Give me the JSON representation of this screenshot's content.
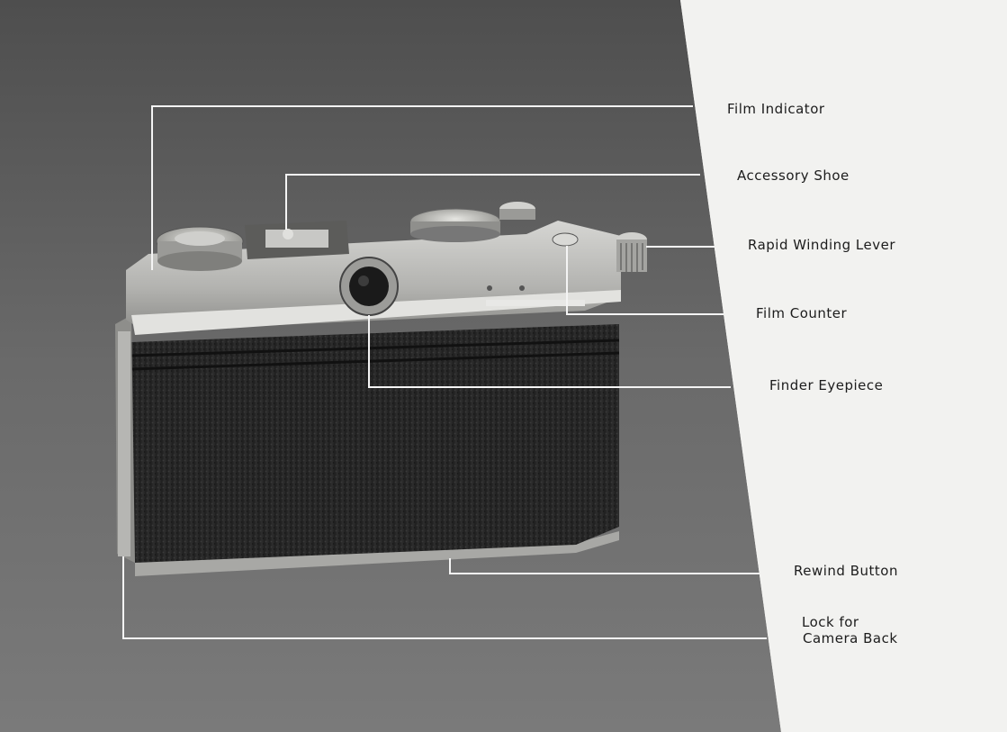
{
  "callouts": {
    "film_indicator": "Film Indicator",
    "accessory_shoe": "Accessory Shoe",
    "rapid_winding_lever": "Rapid Winding Lever",
    "film_counter": "Film Counter",
    "finder_eyepiece": "Finder Eyepiece",
    "rewind_button": "Rewind Button",
    "lock_line1": "Lock for",
    "lock_line2": "Camera Back"
  },
  "colors": {
    "backdrop": "#6b6b6b",
    "page": "#f2f2f0",
    "leader_line": "#f4f4f4",
    "leatherette": "#2a2a2a",
    "chrome": "#b9b9b6"
  }
}
